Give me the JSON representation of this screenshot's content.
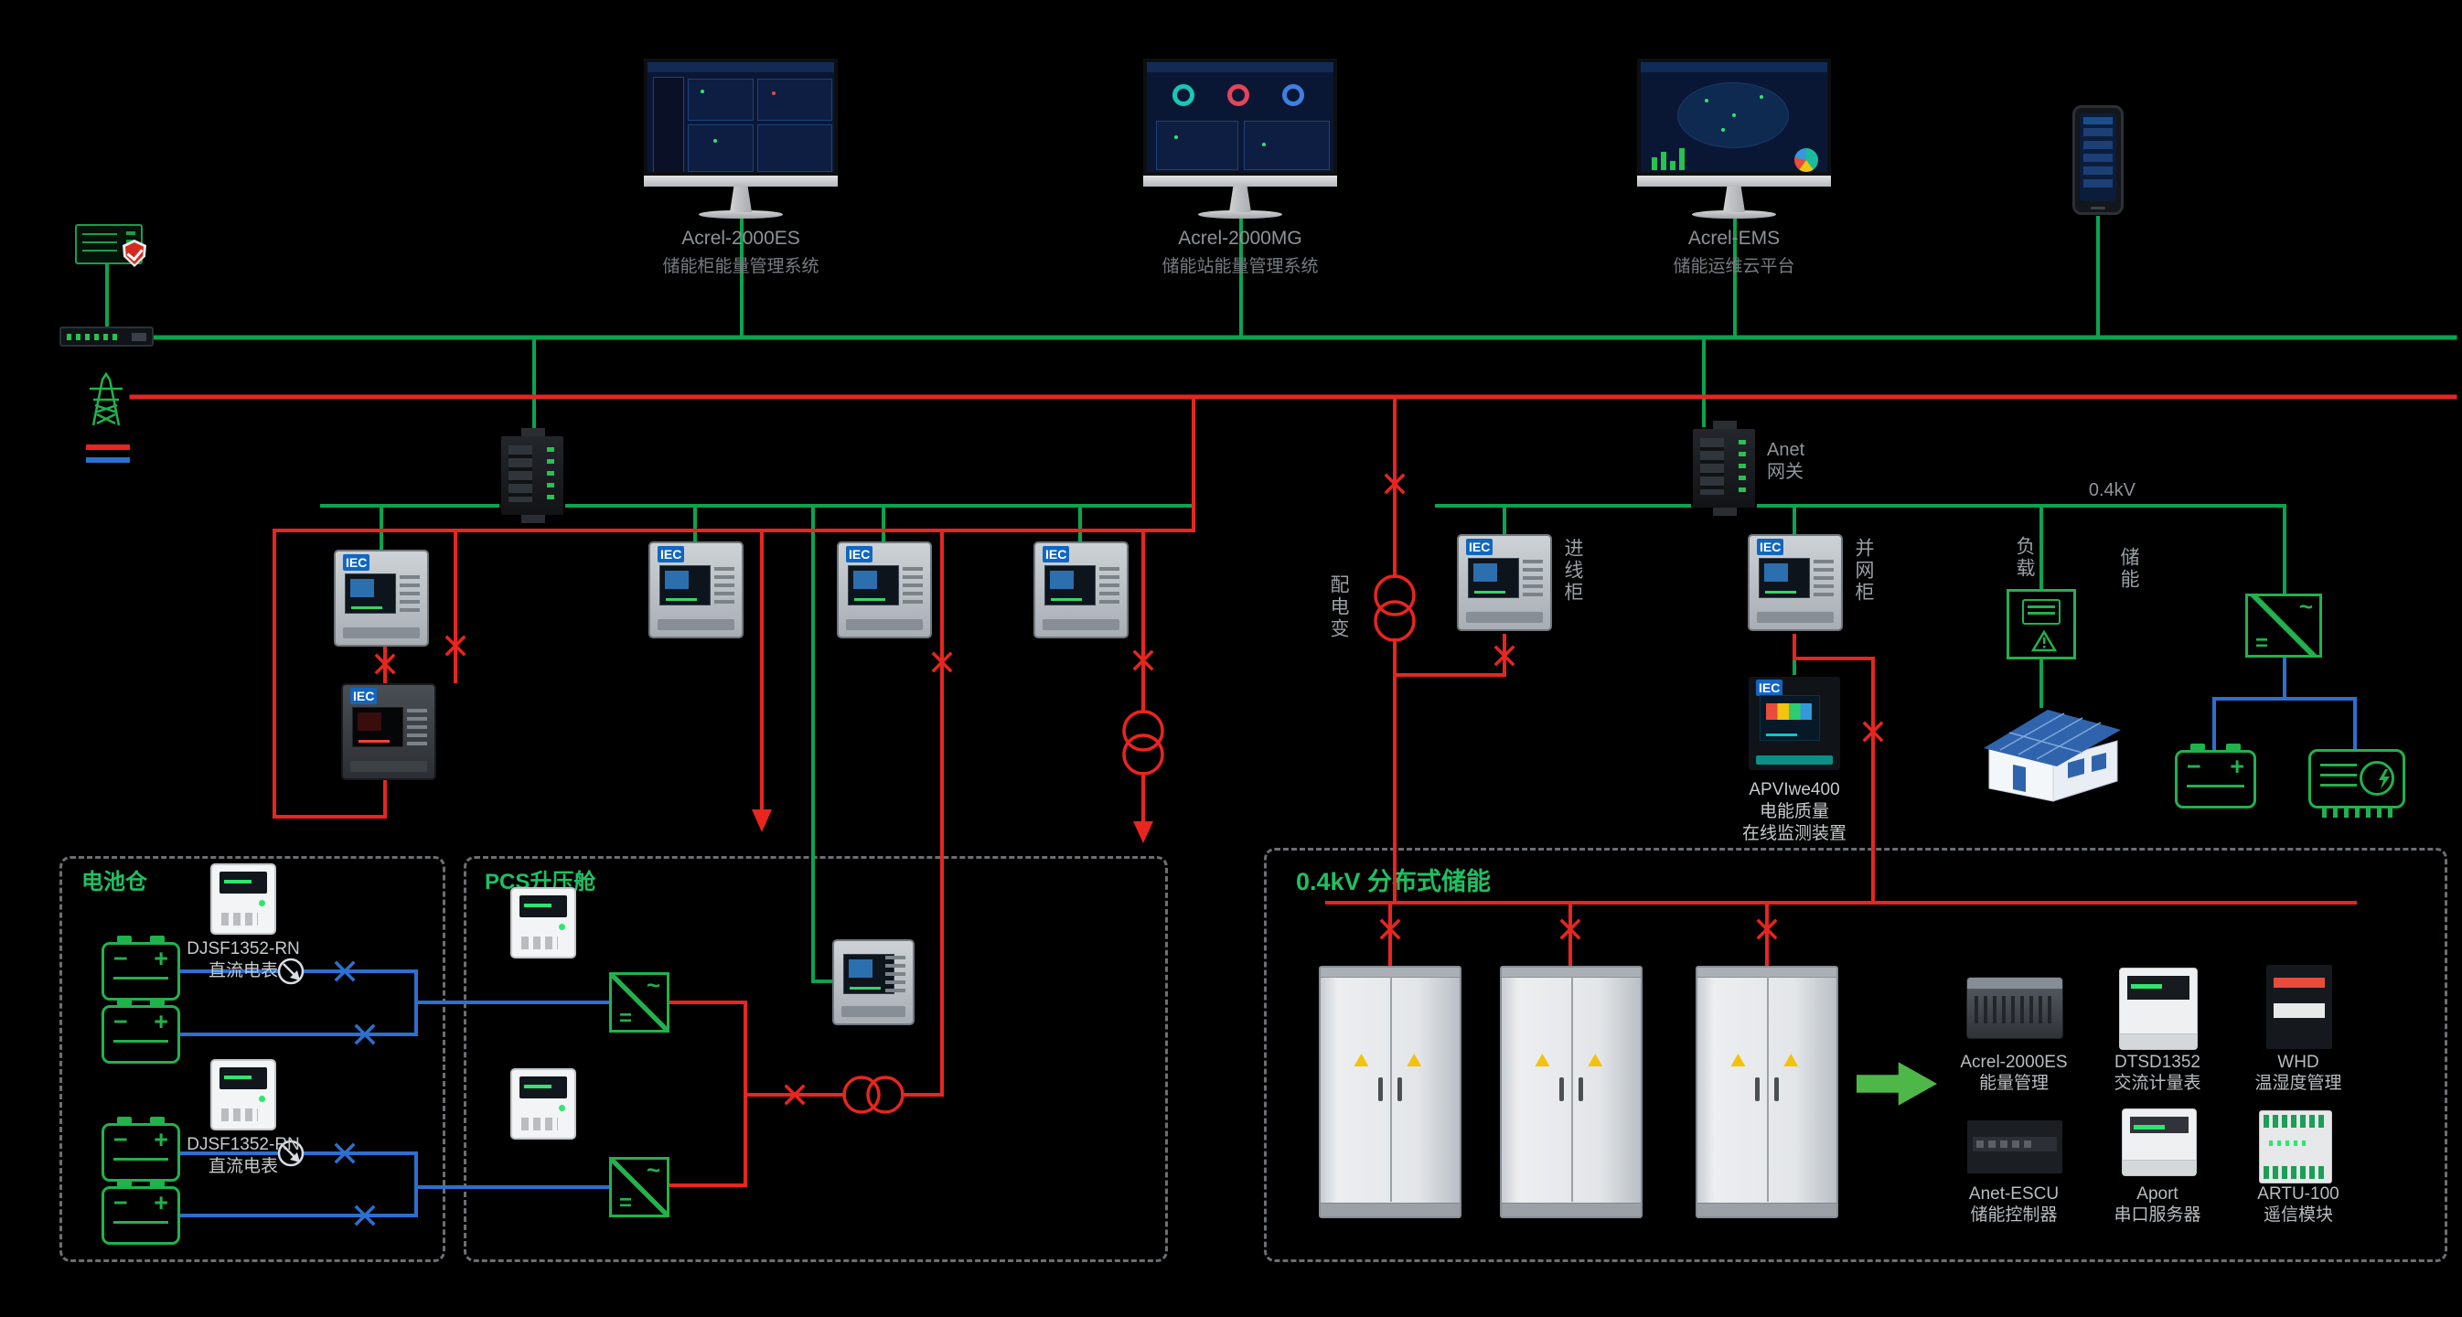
{
  "colors": {
    "wire-green": "#0ba350",
    "wire-red": "#e8251f",
    "wire-blue": "#2e6fd0",
    "accent-green": "#21b24c",
    "title-green": "#1fc061"
  },
  "monitors": [
    {
      "name": "Acrel-2000ES",
      "desc": "储能柜能量管理系统"
    },
    {
      "name": "Acrel-2000MG",
      "desc": "储能站能量管理系统"
    },
    {
      "name": "Acrel-EMS",
      "desc": "储能运维云平台"
    }
  ],
  "gateway": {
    "line1": "Anet",
    "line2": "网关"
  },
  "bus": {
    "voltage_label": "0.4kV"
  },
  "branch_labels": {
    "distribution_transformer": "配电变",
    "incoming_cabinet": "进线柜",
    "grid_cabinet": "并网柜",
    "load": "负载",
    "storage": "储能"
  },
  "pq_monitor": {
    "name": "APVIwe400",
    "line2": "电能质量",
    "line3": "在线监测装置"
  },
  "sections": {
    "battery_room": {
      "title": "电池仓"
    },
    "pcs_cabin": {
      "title": "PCS升压舱"
    },
    "distributed": {
      "title": "0.4kV 分布式储能"
    }
  },
  "dc_meter": {
    "name": "DJSF1352-RN",
    "desc": "直流电表"
  },
  "iec_badge": "IEC",
  "symbols": {
    "minus": "−",
    "plus": "+",
    "ac": "~",
    "dc": "="
  },
  "products": [
    {
      "name": "Acrel-2000ES",
      "desc": "能量管理"
    },
    {
      "name": "DTSD1352",
      "desc": "交流计量表"
    },
    {
      "name": "WHD",
      "desc": "温湿度管理"
    },
    {
      "name": "Anet-ESCU",
      "desc": "储能控制器"
    },
    {
      "name": "Aport",
      "desc": "串口服务器"
    },
    {
      "name": "ARTU-100",
      "desc": "遥信模块"
    }
  ]
}
